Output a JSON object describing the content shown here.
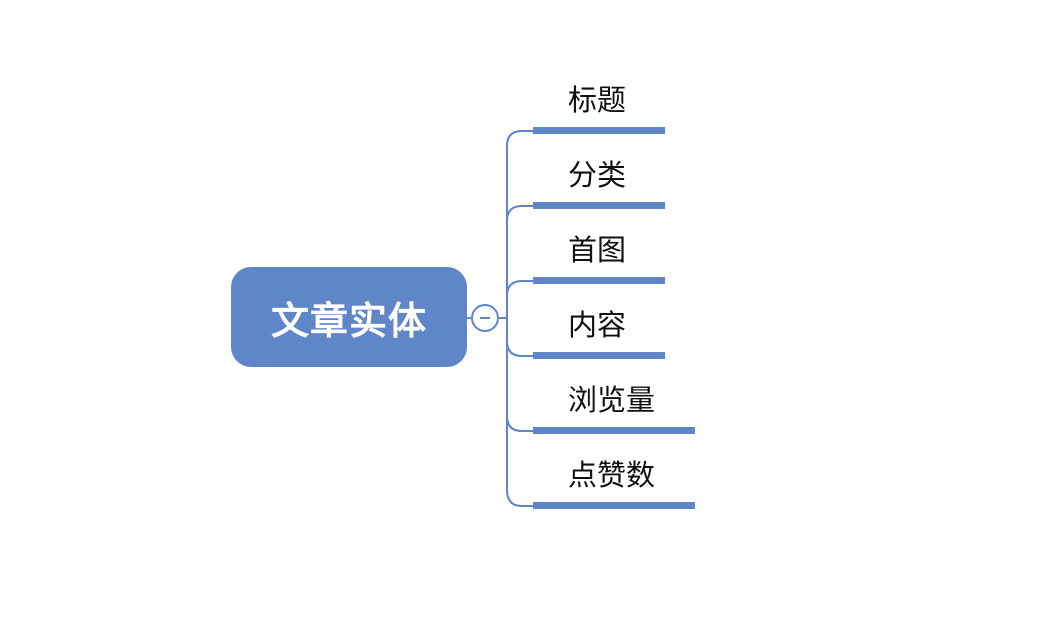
{
  "diagram": {
    "root": {
      "label": "文章实体"
    },
    "children": [
      {
        "label": "标题"
      },
      {
        "label": "分类"
      },
      {
        "label": "首图"
      },
      {
        "label": "内容"
      },
      {
        "label": "浏览量"
      },
      {
        "label": "点赞数"
      }
    ],
    "colors": {
      "accent": "#5e86c9",
      "text": "#111111",
      "root_text": "#ffffff",
      "background": "#ffffff"
    }
  }
}
